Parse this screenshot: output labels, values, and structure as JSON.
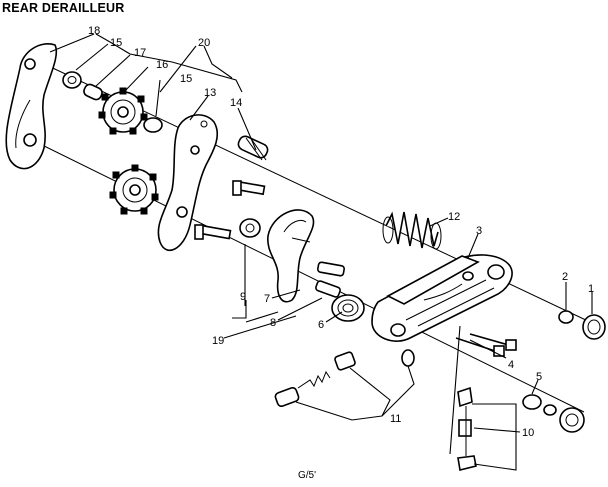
{
  "title": "REAR DERAILLEUR",
  "footer_mark": "G/5'",
  "callouts": [
    "18",
    "15",
    "17",
    "20",
    "16",
    "15",
    "13",
    "14",
    "12",
    "3",
    "2",
    "1",
    "9",
    "7",
    "8",
    "6",
    "19",
    "4",
    "5",
    "11",
    "10"
  ],
  "colors": {
    "ink": "#000000",
    "paper": "#ffffff"
  }
}
